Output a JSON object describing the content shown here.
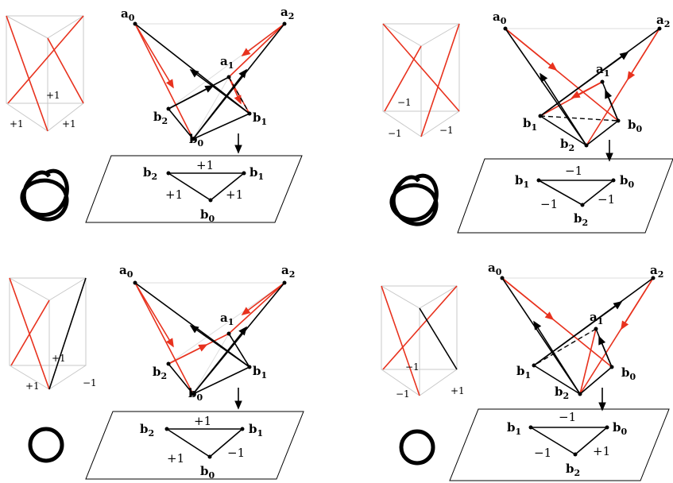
{
  "panels": [
    {
      "prism_weights": [
        "+1",
        "+1",
        "+1"
      ],
      "top_labels": [
        "a0",
        "a1",
        "a2"
      ],
      "bottom_labels": [
        "b0",
        "b1",
        "b2"
      ],
      "plane_edge_weights": [
        "+1",
        "+1",
        "+1"
      ],
      "knot": "trefoil-knot"
    },
    {
      "prism_weights": [
        "−1",
        "−1",
        "−1"
      ],
      "top_labels": [
        "a0",
        "a1",
        "a2"
      ],
      "bottom_labels": [
        "b0",
        "b1",
        "b2"
      ],
      "plane_edge_weights": [
        "−1",
        "−1",
        "−1"
      ],
      "knot": "trefoil-knot"
    },
    {
      "prism_weights": [
        "+1",
        "+1",
        "−1"
      ],
      "top_labels": [
        "a0",
        "a1",
        "a2"
      ],
      "bottom_labels": [
        "b0",
        "b1",
        "b2"
      ],
      "plane_edge_weights": [
        "+1",
        "+1",
        "−1"
      ],
      "knot": "unknot"
    },
    {
      "prism_weights": [
        "−1",
        "−1",
        "+1"
      ],
      "top_labels": [
        "a0",
        "a1",
        "a2"
      ],
      "bottom_labels": [
        "b0",
        "b1",
        "b2"
      ],
      "plane_edge_weights": [
        "−1",
        "−1",
        "+1"
      ],
      "knot": "unknot"
    }
  ],
  "colors": {
    "red": "#e8321e",
    "black": "#000000",
    "gray": "#c8c8c8"
  }
}
